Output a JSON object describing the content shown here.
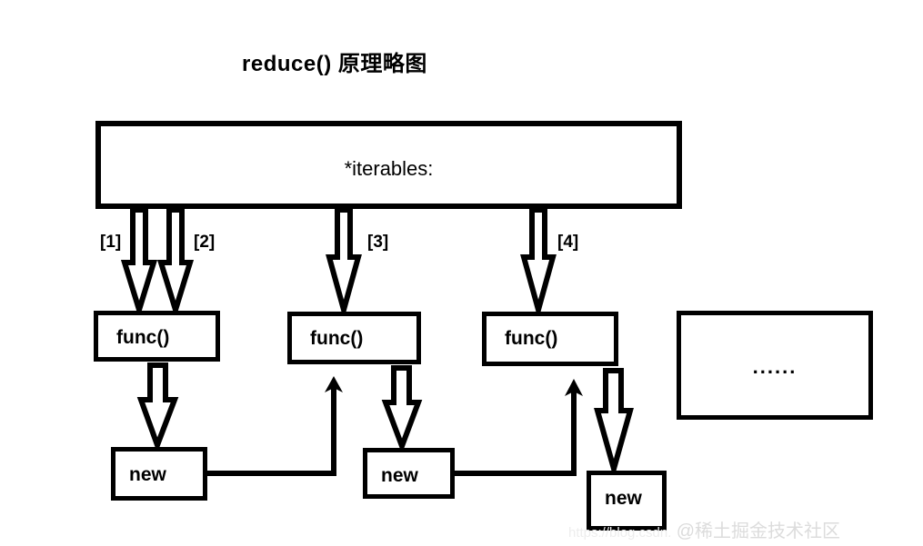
{
  "title": "reduce() 原理略图",
  "diagram": {
    "iterables": {
      "label": "*iterables:"
    },
    "steps": [
      {
        "name": "step-1",
        "label": "[1]"
      },
      {
        "name": "step-2",
        "label": "[2]"
      },
      {
        "name": "step-3",
        "label": "[3]"
      },
      {
        "name": "step-4",
        "label": "[4]"
      }
    ],
    "func_boxes": [
      {
        "label": "func()"
      },
      {
        "label": "func()"
      },
      {
        "label": "func()"
      }
    ],
    "ellipsis_box": {
      "label": "......"
    },
    "new_boxes": [
      {
        "label": "new"
      },
      {
        "label": "new"
      },
      {
        "label": "new"
      }
    ]
  },
  "watermark": {
    "url": "https://blog.csdn.",
    "name": "@稀土掘金技术社区"
  },
  "colors": {
    "stroke": "#000000",
    "background": "#ffffff",
    "watermark": "#dcdcdc"
  }
}
